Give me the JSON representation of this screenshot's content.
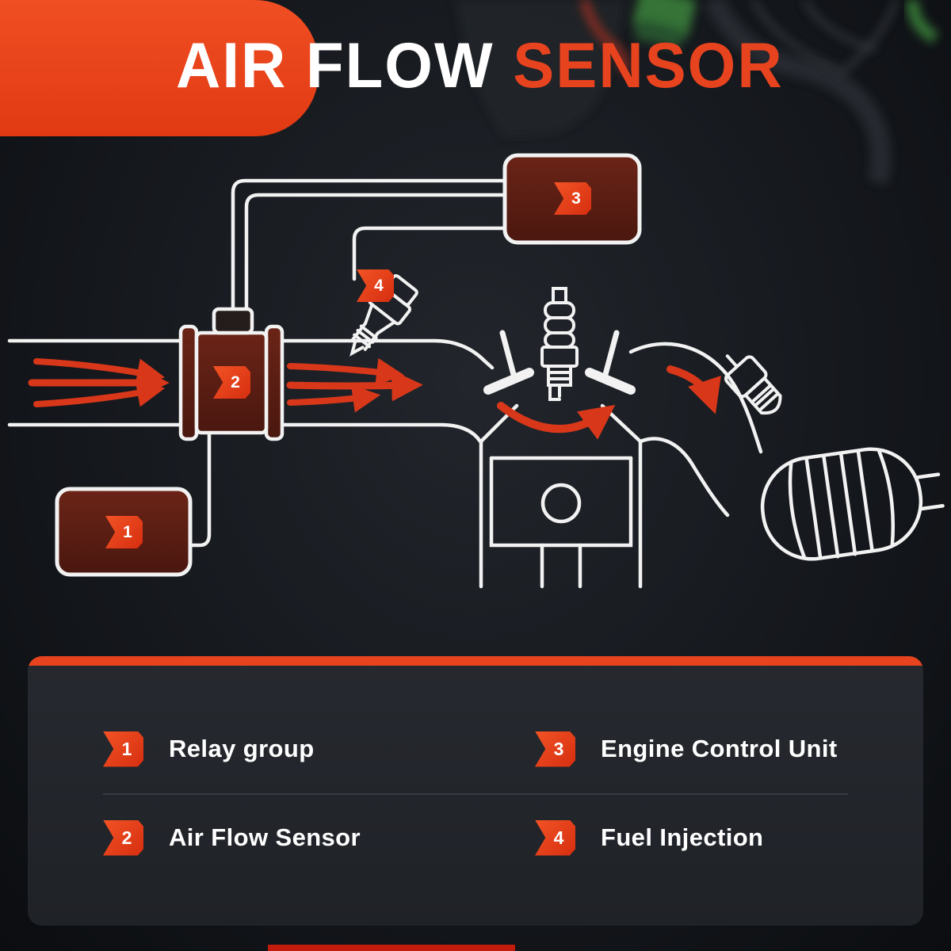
{
  "title": {
    "part1": "AIR FLOW",
    "part2": "SENSOR"
  },
  "legend": {
    "items": [
      {
        "num": "1",
        "label": "Relay group"
      },
      {
        "num": "2",
        "label": "Air Flow Sensor"
      },
      {
        "num": "3",
        "label": "Engine Control Unit"
      },
      {
        "num": "4",
        "label": "Fuel Injection"
      }
    ]
  },
  "diagram": {
    "markers": [
      {
        "num": "1",
        "target": "relay-group-box"
      },
      {
        "num": "2",
        "target": "air-flow-sensor"
      },
      {
        "num": "3",
        "target": "engine-control-unit-box"
      },
      {
        "num": "4",
        "target": "fuel-injector"
      }
    ]
  },
  "colors": {
    "accent": "#e8431f",
    "arrow": "#d8371a",
    "component_box_fill": "#5d2015",
    "panel_bg": "#24272c",
    "line": "#f2f2f2"
  }
}
